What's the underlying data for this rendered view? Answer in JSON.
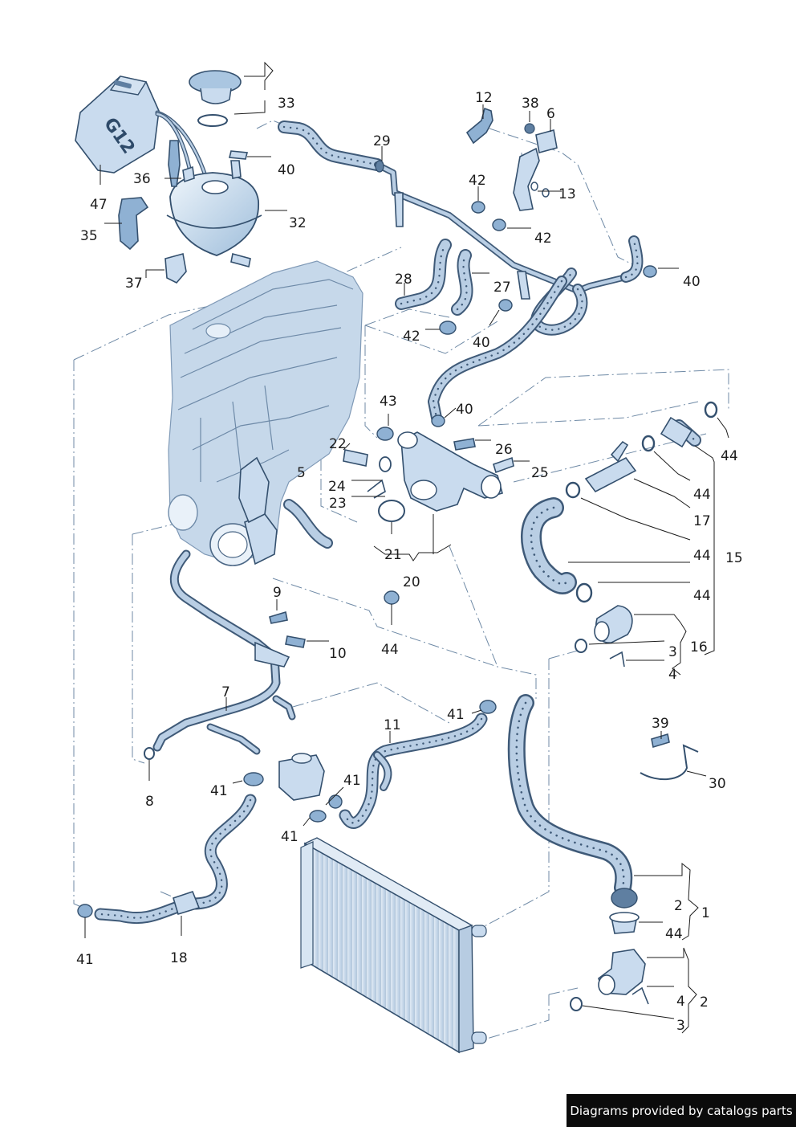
{
  "tank_label": "G12",
  "callouts": [
    "33",
    "40",
    "36",
    "47",
    "32",
    "35",
    "37",
    "29",
    "12",
    "38",
    "6",
    "42",
    "13",
    "42",
    "40",
    "28",
    "27",
    "42",
    "40",
    "43",
    "40",
    "22",
    "26",
    "25",
    "24",
    "5",
    "23",
    "21",
    "20",
    "9",
    "10",
    "44",
    "7",
    "8",
    "11",
    "41",
    "41",
    "41",
    "41",
    "41",
    "18",
    "39",
    "30",
    "44",
    "44",
    "17",
    "44",
    "15",
    "44",
    "3",
    "16",
    "4",
    "2",
    "1",
    "44",
    "4",
    "2",
    "3"
  ],
  "footer": {
    "text": "Diagrams provided by catalogs parts"
  }
}
